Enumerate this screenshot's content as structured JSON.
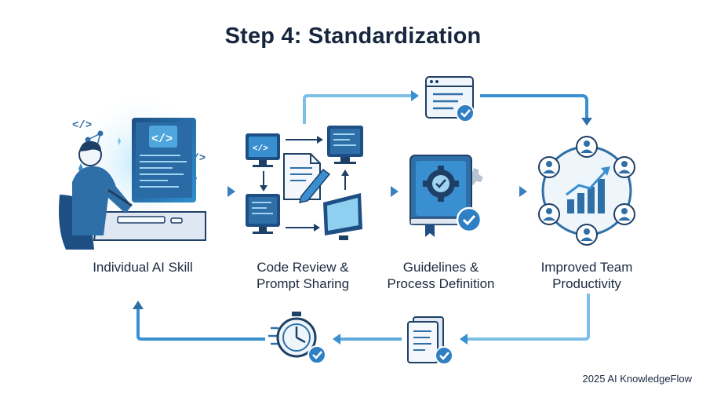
{
  "title": "Step 4: Standardization",
  "stages": [
    {
      "label_line1": "Individual AI Skill",
      "label_line2": ""
    },
    {
      "label_line1": "Code Review &",
      "label_line2": "Prompt Sharing"
    },
    {
      "label_line1": "Guidelines &",
      "label_line2": "Process Definition"
    },
    {
      "label_line1": "Improved Team",
      "label_line2": "Productivity"
    }
  ],
  "code_symbol": "</>",
  "footer": "2025 AI KnowledgeFlow",
  "colors": {
    "primary": "#2f6fa8",
    "dark": "#1e3f66",
    "light": "#9fd3ef",
    "accent": "#3a8fd0"
  }
}
